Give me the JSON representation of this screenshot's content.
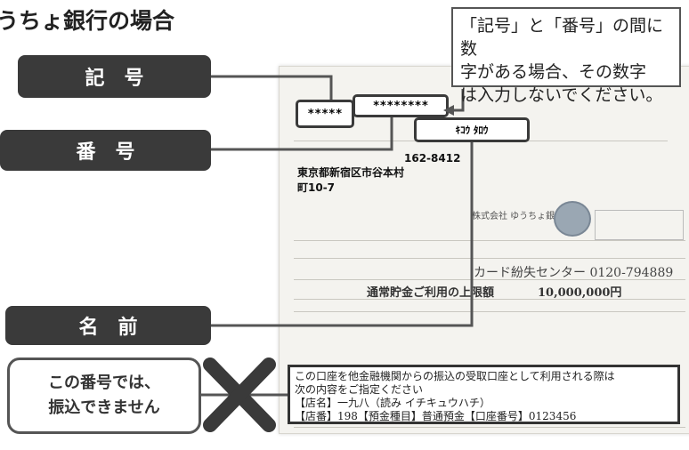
{
  "title": "うちょ銀行の場合",
  "callout": {
    "line1": "「記号」と「番号」の間に数",
    "line2": "字がある場合、その数字",
    "line3": "は入力しないでください。"
  },
  "labels": {
    "symbol": "記号",
    "number": "番号",
    "name": "名前"
  },
  "passbook": {
    "symbol_value": "*****",
    "number_value": "********",
    "name_value": "ｷｺｳ ﾀﾛｳ",
    "postal_code": "162-8412",
    "address_line1": "東京都新宿区市谷本村",
    "address_line2": "町10-7",
    "bank_name": "株式会社 ゆうちょ銀行",
    "card_center": "カード紛失センター 0120-794889",
    "limit_label": "通常貯金ご利用の上限額",
    "limit_value": "10,000,000円"
  },
  "transfer_info": {
    "line1": "この口座を他金融機関からの振込の受取口座として利用される際は",
    "line2": "次の内容をご指定ください",
    "line3": "【店名】一九八（読み イチキュウハチ）",
    "line4": "【店番】198【預金種目】普通預金【口座番号】0123456"
  },
  "warning": {
    "line1": "この番号では、",
    "line2": "振込できません"
  },
  "colors": {
    "label_bg": "#3a3a3a",
    "connector": "#555555",
    "cross": "#3a3a3a"
  }
}
